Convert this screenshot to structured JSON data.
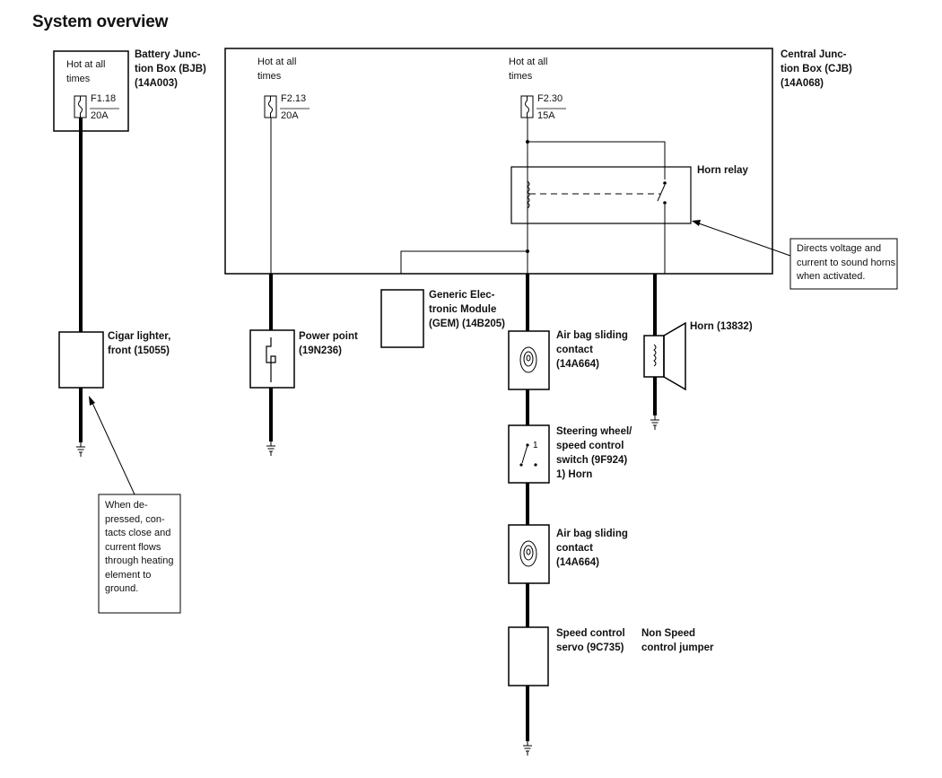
{
  "title": "System overview",
  "bjb": {
    "name": "Battery Junc-\ntion Box (BJB)\n(14A003)",
    "hot_label": "Hot at all\ntimes",
    "fuse_id": "F1.18",
    "fuse_amp": "20A"
  },
  "cjb": {
    "name": "Central Junc-\ntion Box (CJB)\n(14A068)",
    "hot_label_1": "Hot at all\ntimes",
    "fuse1_id": "F2.13",
    "fuse1_amp": "20A",
    "hot_label_2": "Hot at all\ntimes",
    "fuse2_id": "F2.30",
    "fuse2_amp": "15A"
  },
  "horn_relay": {
    "label": "Horn relay"
  },
  "relay_callout": "Directs voltage and\ncurrent to sound horns\nwhen activated.",
  "gem": {
    "label": "Generic Elec-\ntronic Module\n(GEM) (14B205)"
  },
  "cigar_lighter": {
    "label": "Cigar lighter,\nfront (15055)"
  },
  "cigar_callout": "When de-\npressed, con-\ntacts close and\ncurrent flows\nthrough heating\nelement to\nground.",
  "power_point": {
    "label": "Power point\n(19N236)"
  },
  "horn": {
    "label": "Horn (13832)"
  },
  "airbag_contact_1": {
    "label": "Air bag sliding\ncontact\n(14A664)"
  },
  "steering_switch": {
    "label": "Steering wheel/\nspeed control\nswitch (9F924)\n1)    Horn",
    "contact_num": "1"
  },
  "airbag_contact_2": {
    "label": "Air bag sliding\ncontact\n(14A664)"
  },
  "speed_servo": {
    "label": "Speed control\nservo (9C735)"
  },
  "non_speed": {
    "label": "Non         Speed\ncontrol jumper"
  }
}
